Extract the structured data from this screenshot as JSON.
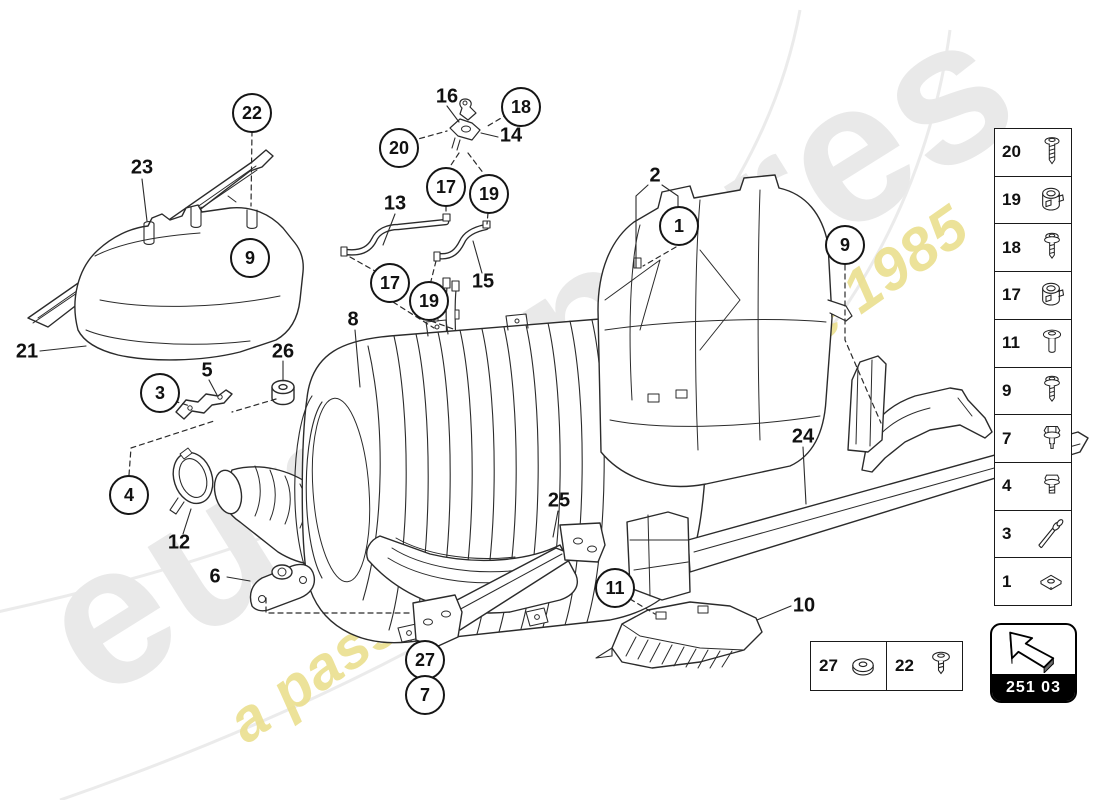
{
  "brand": {
    "watermark_text": "eurospares",
    "watermark_tagline": "a passion for parts since 1985"
  },
  "diagram": {
    "circle_callouts": [
      "22",
      "20",
      "18",
      "17",
      "19",
      "9",
      "17",
      "19",
      "1",
      "9",
      "3",
      "4",
      "11",
      "27",
      "7"
    ],
    "text_labels": [
      "23",
      "21",
      "5",
      "26",
      "12",
      "6",
      "8",
      "16",
      "14",
      "13",
      "15",
      "2",
      "24",
      "25",
      "10"
    ]
  },
  "hardware_legend": {
    "rows": [
      {
        "num": "20",
        "icon": "pan-head-screw-icon"
      },
      {
        "num": "19",
        "icon": "hose-clamp-icon"
      },
      {
        "num": "18",
        "icon": "flange-screw-icon"
      },
      {
        "num": "17",
        "icon": "hose-clamp-icon"
      },
      {
        "num": "11",
        "icon": "blind-rivet-icon"
      },
      {
        "num": "9",
        "icon": "flange-screw-icon"
      },
      {
        "num": "7",
        "icon": "hex-washer-bolt-icon"
      },
      {
        "num": "4",
        "icon": "hex-flange-bolt-icon"
      },
      {
        "num": "3",
        "icon": "long-bolt-icon"
      },
      {
        "num": "1",
        "icon": "square-nut-icon"
      }
    ]
  },
  "footer_legend": {
    "cells": [
      {
        "num": "27",
        "icon": "washer-icon"
      },
      {
        "num": "22",
        "icon": "screw-icon"
      }
    ]
  },
  "page_ref": {
    "code": "251 03",
    "icon": "direction-arrow-icon",
    "accent_colors": {
      "band": "#000000",
      "text": "#ffffff"
    }
  }
}
